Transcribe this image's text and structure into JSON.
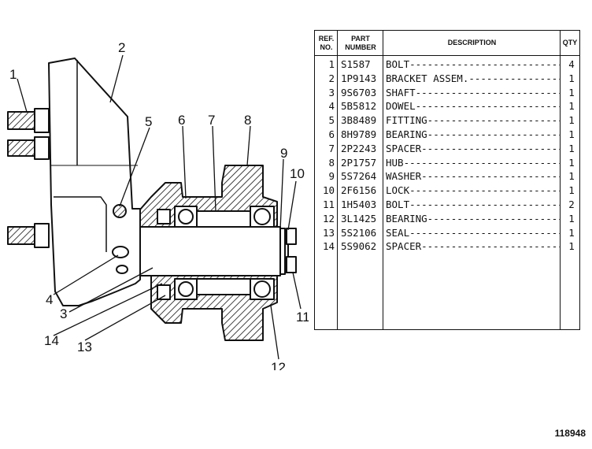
{
  "table": {
    "headers": {
      "ref": "REF.\nNO.",
      "part": "PART\nNUMBER",
      "desc": "DESCRIPTION",
      "qty": "QTY"
    },
    "rows": [
      {
        "ref": "1",
        "part": "S1587",
        "desc": "BOLT",
        "qty": "4"
      },
      {
        "ref": "2",
        "part": "1P9143",
        "desc": "BRACKET ASSEM.",
        "qty": "1"
      },
      {
        "ref": "3",
        "part": "9S6703",
        "desc": "SHAFT",
        "qty": "1"
      },
      {
        "ref": "4",
        "part": "5B5812",
        "desc": "DOWEL",
        "qty": "1"
      },
      {
        "ref": "5",
        "part": "3B8489",
        "desc": "FITTING",
        "qty": "1"
      },
      {
        "ref": "6",
        "part": "8H9789",
        "desc": "BEARING",
        "qty": "1"
      },
      {
        "ref": "7",
        "part": "2P2243",
        "desc": "SPACER",
        "qty": "1"
      },
      {
        "ref": "8",
        "part": "2P1757",
        "desc": "HUB",
        "qty": "1"
      },
      {
        "ref": "9",
        "part": "5S7264",
        "desc": "WASHER",
        "qty": "1"
      },
      {
        "ref": "10",
        "part": "2F6156",
        "desc": "LOCK",
        "qty": "1"
      },
      {
        "ref": "11",
        "part": "1H5403",
        "desc": "BOLT",
        "qty": "2"
      },
      {
        "ref": "12",
        "part": "3L1425",
        "desc": "BEARING",
        "qty": "1"
      },
      {
        "ref": "13",
        "part": "5S2106",
        "desc": "SEAL",
        "qty": "1"
      },
      {
        "ref": "14",
        "part": "5S9062",
        "desc": "SPACER",
        "qty": "1"
      }
    ]
  },
  "callouts": [
    "1",
    "2",
    "3",
    "4",
    "5",
    "6",
    "7",
    "8",
    "9",
    "10",
    "11",
    "12",
    "13",
    "14"
  ],
  "illustration_number": "118948"
}
